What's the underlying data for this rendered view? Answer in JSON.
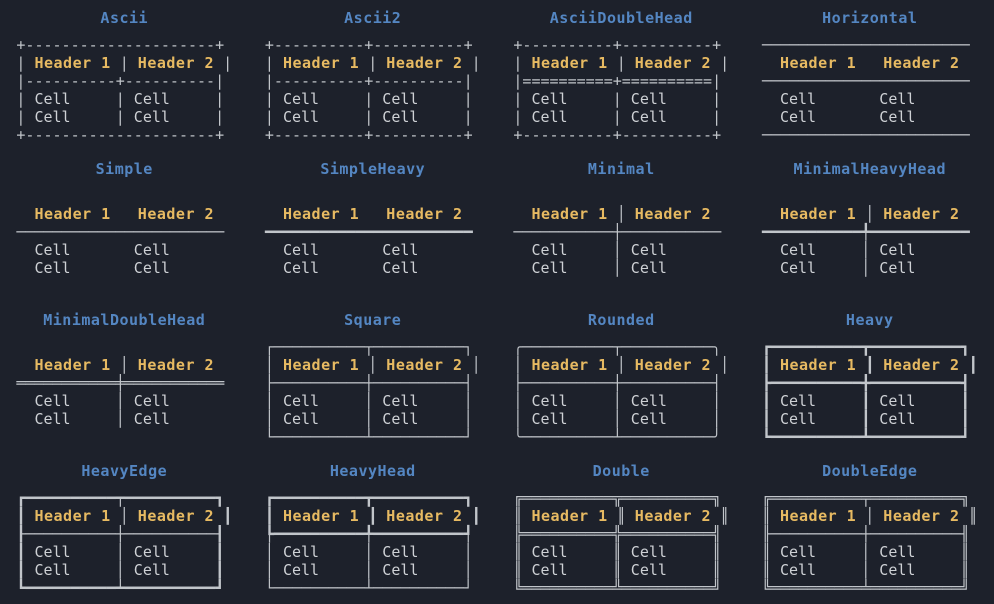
{
  "page": {
    "background": "#1d212b"
  },
  "colors": {
    "title": "#5486c2",
    "header": "#e7ba62",
    "cell": "#ced1d5",
    "border": "#c1c5ca"
  },
  "labels": {
    "header1": "Header 1",
    "header2": "Header 2",
    "cell": "Cell"
  },
  "tables": [
    {
      "title": "Ascii",
      "lines": [
        "+---------------------+",
        "| Header 1 | Header 2 |",
        "|----------+----------|",
        "| Cell     | Cell     |",
        "| Cell     | Cell     |",
        "+---------------------+"
      ]
    },
    {
      "title": "Ascii2",
      "lines": [
        "+----------+----------+",
        "| Header 1 | Header 2 |",
        "|----------+----------|",
        "| Cell     | Cell     |",
        "| Cell     | Cell     |",
        "+----------+----------+"
      ]
    },
    {
      "title": "AsciiDoubleHead",
      "lines": [
        "+----------+----------+",
        "| Header 1 | Header 2 |",
        "|==========+==========|",
        "| Cell     | Cell     |",
        "| Cell     | Cell     |",
        "+----------+----------+"
      ]
    },
    {
      "title": "Horizontal",
      "lines": [
        "───────────────────────",
        "  Header 1   Header 2  ",
        "───────────────────────",
        "  Cell       Cell      ",
        "  Cell       Cell      ",
        "───────────────────────"
      ]
    },
    {
      "title": "Simple",
      "lines": [
        "",
        "  Header 1   Header 2  ",
        "───────────────────────",
        "  Cell       Cell      ",
        "  Cell       Cell      "
      ]
    },
    {
      "title": "SimpleHeavy",
      "lines": [
        "",
        "  Header 1   Header 2  ",
        "━━━━━━━━━━━━━━━━━━━━━━━",
        "  Cell       Cell      ",
        "  Cell       Cell      "
      ]
    },
    {
      "title": "Minimal",
      "lines": [
        "",
        "  Header 1 │ Header 2  ",
        "───────────┼───────────",
        "  Cell     │ Cell      ",
        "  Cell     │ Cell      "
      ]
    },
    {
      "title": "MinimalHeavyHead",
      "lines": [
        "",
        "  Header 1 │ Header 2  ",
        "━━━━━━━━━━━╇━━━━━━━━━━━",
        "  Cell     │ Cell      ",
        "  Cell     │ Cell      "
      ]
    },
    {
      "title": "MinimalDoubleHead",
      "lines": [
        "",
        "  Header 1 │ Header 2  ",
        "═══════════╪═══════════",
        "  Cell     │ Cell      ",
        "  Cell     │ Cell      "
      ]
    },
    {
      "title": "Square",
      "lines": [
        "┌──────────┬──────────┐",
        "│ Header 1 │ Header 2 │",
        "├──────────┼──────────┤",
        "│ Cell     │ Cell     │",
        "│ Cell     │ Cell     │",
        "└──────────┴──────────┘"
      ]
    },
    {
      "title": "Rounded",
      "lines": [
        "╭──────────┬──────────╮",
        "│ Header 1 │ Header 2 │",
        "├──────────┼──────────┤",
        "│ Cell     │ Cell     │",
        "│ Cell     │ Cell     │",
        "╰──────────┴──────────╯"
      ]
    },
    {
      "title": "Heavy",
      "lines": [
        "┏━━━━━━━━━━┳━━━━━━━━━━┓",
        "┃ Header 1 ┃ Header 2 ┃",
        "┣━━━━━━━━━━╋━━━━━━━━━━┫",
        "┃ Cell     ┃ Cell     ┃",
        "┃ Cell     ┃ Cell     ┃",
        "┗━━━━━━━━━━┻━━━━━━━━━━┛"
      ]
    },
    {
      "title": "HeavyEdge",
      "lines": [
        "┏━━━━━━━━━━┯━━━━━━━━━━┓",
        "┃ Header 1 │ Header 2 ┃",
        "┠──────────┼──────────┨",
        "┃ Cell     │ Cell     ┃",
        "┃ Cell     │ Cell     ┃",
        "┗━━━━━━━━━━┷━━━━━━━━━━┛"
      ]
    },
    {
      "title": "HeavyHead",
      "lines": [
        "┏━━━━━━━━━━┳━━━━━━━━━━┓",
        "┃ Header 1 ┃ Header 2 ┃",
        "┡━━━━━━━━━━╇━━━━━━━━━━┩",
        "│ Cell     │ Cell     │",
        "│ Cell     │ Cell     │",
        "└──────────┴──────────┘"
      ]
    },
    {
      "title": "Double",
      "lines": [
        "╔══════════╦══════════╗",
        "║ Header 1 ║ Header 2 ║",
        "╠══════════╬══════════╣",
        "║ Cell     ║ Cell     ║",
        "║ Cell     ║ Cell     ║",
        "╚══════════╩══════════╝"
      ]
    },
    {
      "title": "DoubleEdge",
      "lines": [
        "╔══════════╤══════════╗",
        "║ Header 1 │ Header 2 ║",
        "╟──────────┼──────────╢",
        "║ Cell     │ Cell     ║",
        "║ Cell     │ Cell     ║",
        "╚══════════╧══════════╝"
      ]
    }
  ]
}
